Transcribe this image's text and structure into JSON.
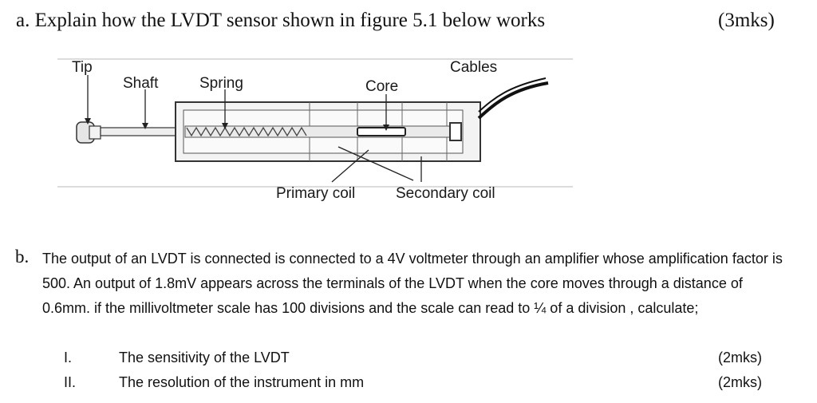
{
  "question_a": {
    "text": "a. Explain how the LVDT sensor shown in figure 5.1 below works",
    "marks": "(3mks)"
  },
  "figure": {
    "labels": {
      "tip": "Tip",
      "shaft": "Shaft",
      "spring": "Spring",
      "core": "Core",
      "cables": "Cables",
      "primary_coil": "Primary coil",
      "secondary_coil": "Secondary coil"
    }
  },
  "question_b": {
    "letter": "b.",
    "paragraph": "The output of an LVDT is connected is connected to a 4V voltmeter through an amplifier whose amplification factor is 500. An output of 1.8mV appears across the terminals of the LVDT  when the core moves through a distance of 0.6mm. if the millivoltmeter scale has 100 divisions and the scale can read to ¼ of a division , calculate;",
    "subparts": [
      {
        "num": "I.",
        "text": "The sensitivity of the LVDT",
        "marks": "(2mks)"
      },
      {
        "num": "II.",
        "text": "The resolution of the instrument in mm",
        "marks": "(2mks)"
      }
    ]
  }
}
